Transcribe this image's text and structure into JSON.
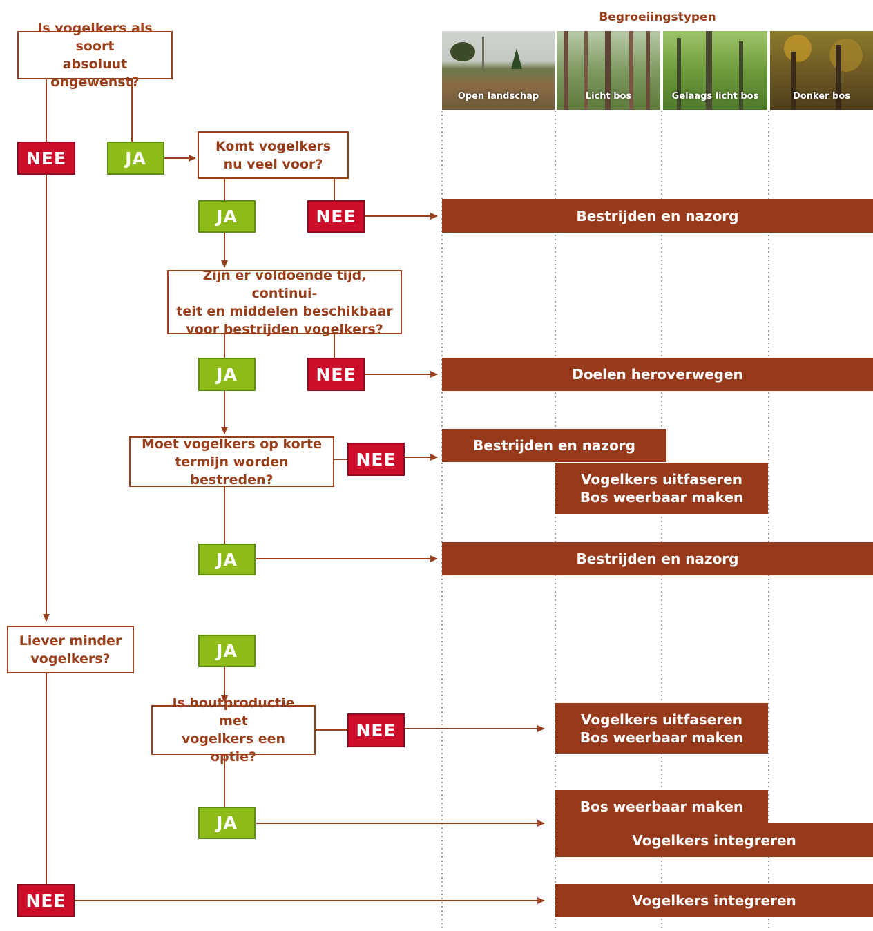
{
  "header": {
    "title": "Begroeiingstypen",
    "types": [
      "Open landschap",
      "Licht bos",
      "Gelaags licht bos",
      "Donker bos"
    ]
  },
  "questions": {
    "q1": "Is vogelkers als soort\nabsoluut ongewenst?",
    "q2": "Komt vogelkers\nnu veel voor?",
    "q3": "Zijn er voldoende tijd, continui-\nteit en middelen beschikbaar\nvoor bestrijden vogelkers?",
    "q4": "Moet vogelkers op korte\ntermijn worden bestreden?",
    "q5": "Liever minder\nvogelkers?",
    "q6": "Is houtproductie met\nvogelkers een optie?"
  },
  "labels": {
    "ja": "JA",
    "nee": "NEE"
  },
  "actions": {
    "a1": "Bestrijden en nazorg",
    "a2": "Doelen heroverwegen",
    "a3": "Bestrijden en nazorg",
    "a4": "Vogelkers uitfaseren\nBos weerbaar maken",
    "a5": "Bestrijden en nazorg",
    "a6": "Vogelkers uitfaseren\nBos weerbaar maken",
    "a7": "Bos weerbaar maken",
    "a8": "Vogelkers integreren",
    "a9": "Vogelkers integreren"
  },
  "colors": {
    "line": "#9a3f1c",
    "action": "#97391b",
    "ja": "#8dbb1a",
    "nee": "#cc0e2b"
  }
}
